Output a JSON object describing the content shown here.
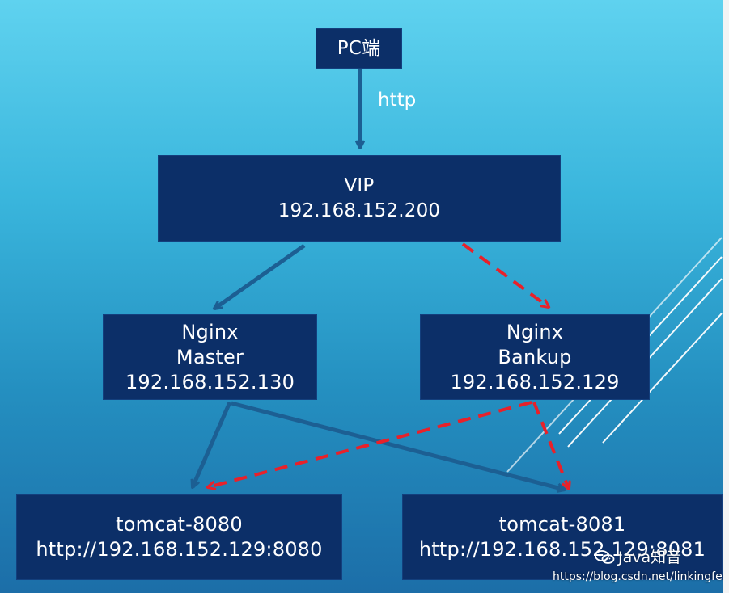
{
  "nodes": {
    "pc": "PC端",
    "vip": {
      "title": "VIP",
      "ip": "192.168.152.200"
    },
    "nginx_master": {
      "name": "Nginx",
      "role": "Master",
      "ip": "192.168.152.130"
    },
    "nginx_backup": {
      "name": "Nginx",
      "role": "Bankup",
      "ip": "192.168.152.129"
    },
    "tomcat_8080": {
      "name": "tomcat-8080",
      "url": "http://192.168.152.129:8080"
    },
    "tomcat_8081": {
      "name": "tomcat-8081",
      "url": "http://192.168.152.129:8081"
    }
  },
  "edge_labels": {
    "http": "http"
  },
  "watermark": {
    "brand": "Java知音",
    "url": "https://blog.csdn.net/linkingfei",
    "icon": "wechat-icon"
  },
  "colors": {
    "background_top": "#5fd2ef",
    "background_bottom": "#1c6ea8",
    "node_fill": "#0c2f68",
    "solid_arrow": "#1c5f93",
    "dashed_arrow": "#e8212a",
    "text": "#ffffff"
  }
}
